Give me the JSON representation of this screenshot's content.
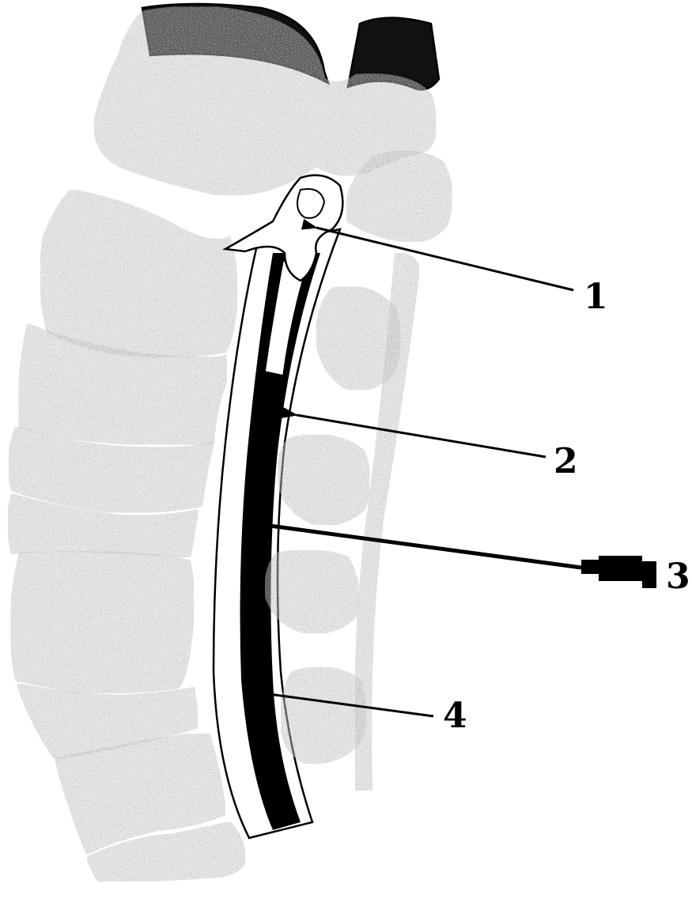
{
  "figure": {
    "colors": {
      "ink": "#000000",
      "paper": "#ffffff",
      "bone_fill": "#9a9a9a",
      "stipple_dark": "#2e2e2e",
      "stipple_light": "#f2f2f2"
    },
    "callouts": [
      {
        "id": "1",
        "label": "1"
      },
      {
        "id": "2",
        "label": "2"
      },
      {
        "id": "3",
        "label": "3"
      },
      {
        "id": "4",
        "label": "4"
      }
    ]
  }
}
